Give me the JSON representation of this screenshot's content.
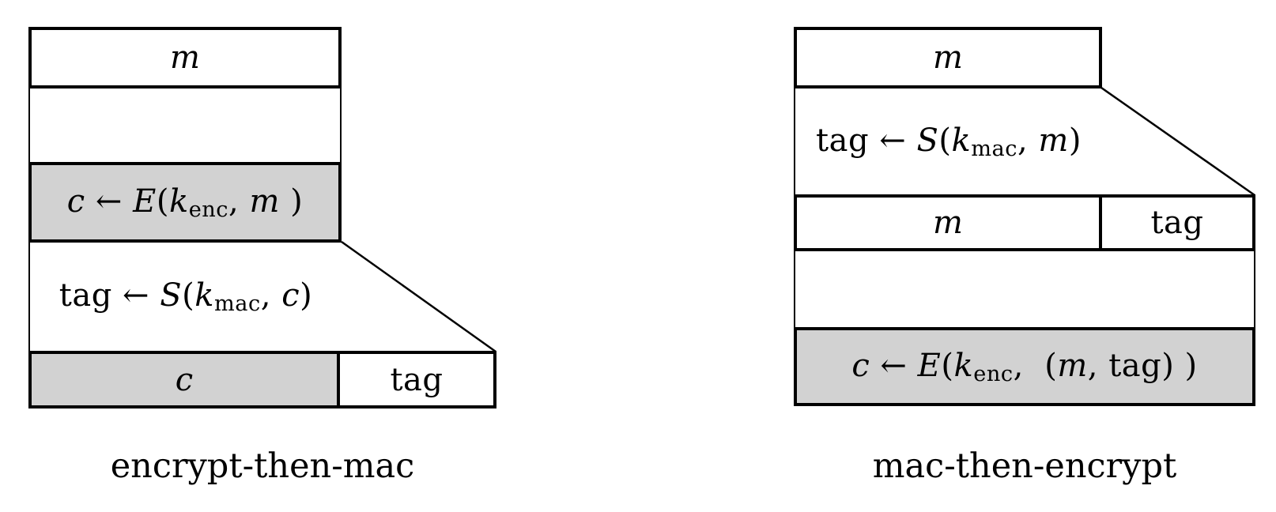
{
  "colors": {
    "background": "#ffffff",
    "box_fill_white": "#ffffff",
    "box_fill_gray": "#d2d2d2",
    "line": "#000000"
  },
  "encrypt_then_mac": {
    "caption": "encrypt-then-mac",
    "message_box_label": "m",
    "encrypt_formula": [
      {
        "t": "c",
        "s": "i"
      },
      {
        "t": " ← ",
        "s": "r"
      },
      {
        "t": "E",
        "s": "i"
      },
      {
        "t": "(",
        "s": "r"
      },
      {
        "t": "k",
        "s": "i"
      },
      {
        "t": "enc",
        "s": "s"
      },
      {
        "t": ", ",
        "s": "r"
      },
      {
        "t": "m",
        "s": "i"
      },
      {
        "t": " )",
        "s": "r"
      }
    ],
    "sign_formula": [
      {
        "t": "tag",
        "s": "r"
      },
      {
        "t": " ← ",
        "s": "r"
      },
      {
        "t": "S",
        "s": "i"
      },
      {
        "t": "(",
        "s": "r"
      },
      {
        "t": "k",
        "s": "i"
      },
      {
        "t": "mac",
        "s": "s"
      },
      {
        "t": ", ",
        "s": "r"
      },
      {
        "t": "c",
        "s": "i"
      },
      {
        "t": ")",
        "s": "r"
      }
    ],
    "output_ciphertext_label": "c",
    "output_tag_label": "tag"
  },
  "mac_then_encrypt": {
    "caption": "mac-then-encrypt",
    "message_box_label": "m",
    "sign_formula": [
      {
        "t": "tag",
        "s": "r"
      },
      {
        "t": " ← ",
        "s": "r"
      },
      {
        "t": "S",
        "s": "i"
      },
      {
        "t": "(",
        "s": "r"
      },
      {
        "t": "k",
        "s": "i"
      },
      {
        "t": "mac",
        "s": "s"
      },
      {
        "t": ", ",
        "s": "r"
      },
      {
        "t": "m",
        "s": "i"
      },
      {
        "t": ")",
        "s": "r"
      }
    ],
    "row_message_label": "m",
    "row_tag_label": "tag",
    "encrypt_formula": [
      {
        "t": "c",
        "s": "i"
      },
      {
        "t": " ← ",
        "s": "r"
      },
      {
        "t": "E",
        "s": "i"
      },
      {
        "t": "(",
        "s": "r"
      },
      {
        "t": "k",
        "s": "i"
      },
      {
        "t": "enc",
        "s": "s"
      },
      {
        "t": ",  ",
        "s": "r"
      },
      {
        "t": "(",
        "s": "r"
      },
      {
        "t": "m",
        "s": "i"
      },
      {
        "t": ", ",
        "s": "r"
      },
      {
        "t": "tag",
        "s": "r"
      },
      {
        "t": ") )",
        "s": "r"
      }
    ]
  }
}
